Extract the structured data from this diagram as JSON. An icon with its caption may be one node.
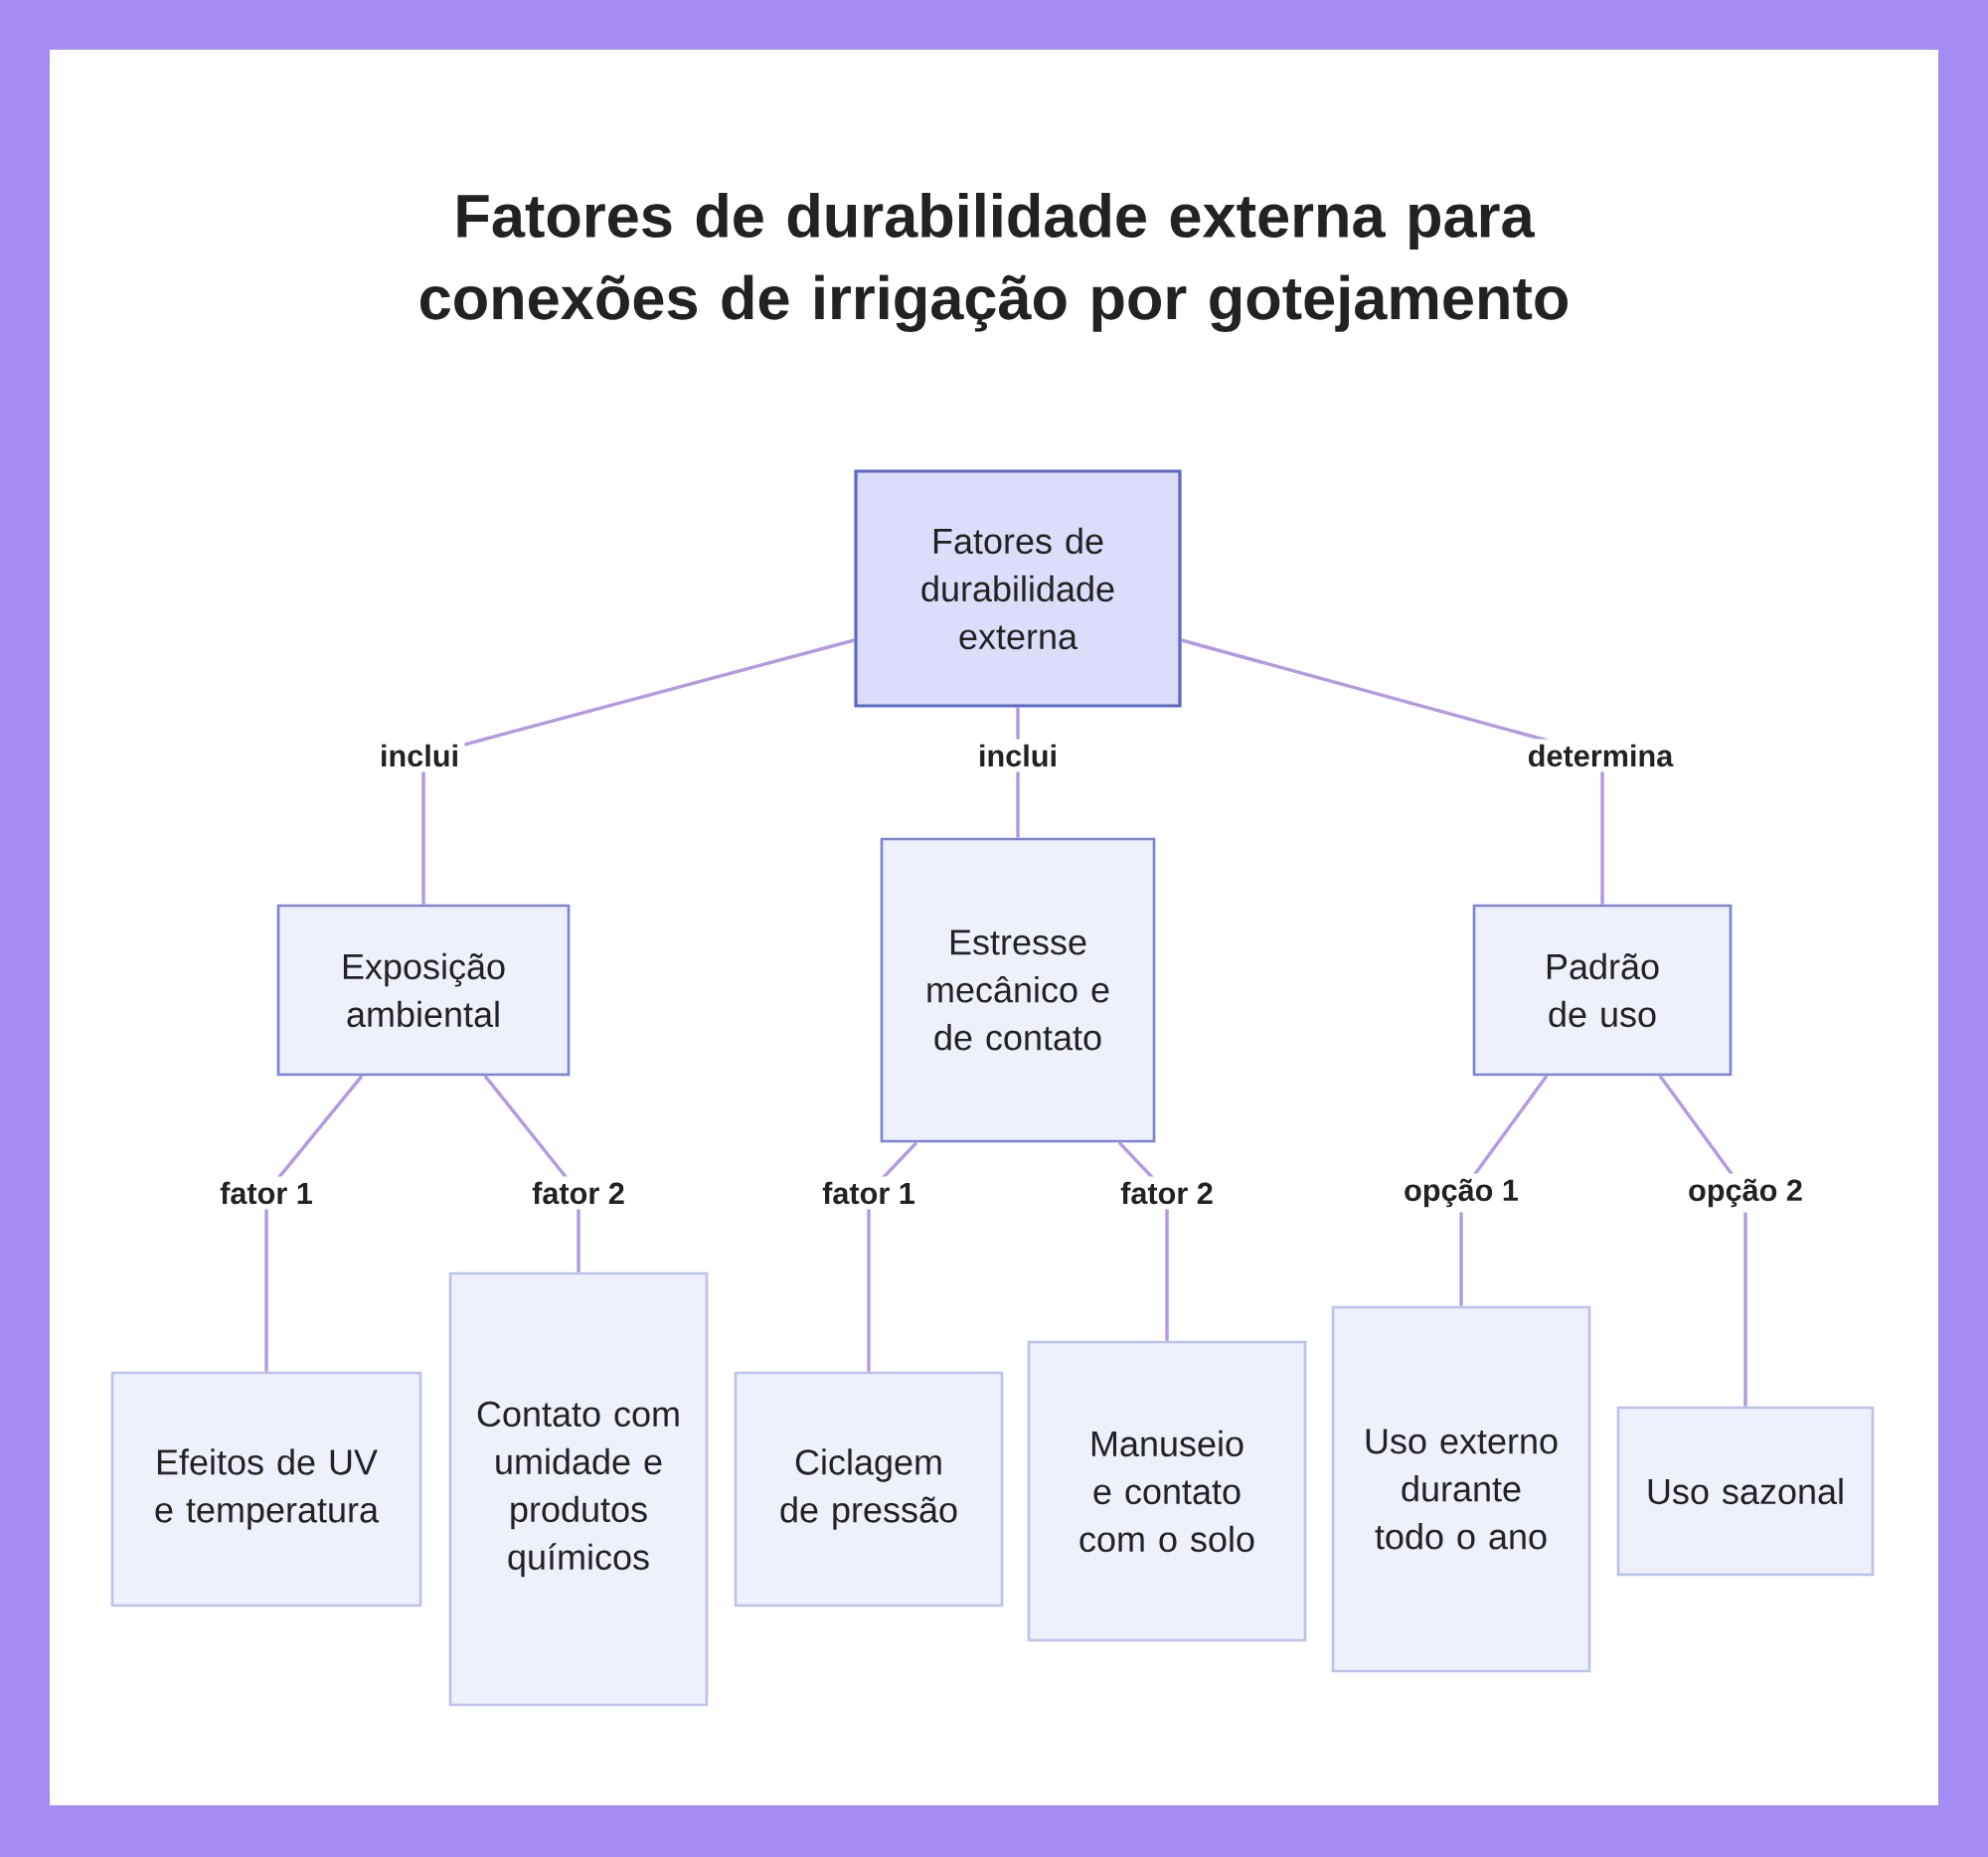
{
  "diagram": {
    "title": "Fatores de durabilidade externa para conexões de irrigação por gotejamento",
    "nodes": [
      {
        "text": [
          "Fatores de durabilidade externa"
        ]
      },
      {
        "text": [
          "Exposição ambiental"
        ]
      },
      {
        "text": [
          "Estresse mecânico e de contato"
        ]
      },
      {
        "text": [
          "Padrão de uso"
        ]
      },
      {
        "text": [
          "Efeitos de UV e temperatura"
        ]
      },
      {
        "text": [
          "Contato com umidade e produtos químicos"
        ]
      },
      {
        "text": [
          "Ciclagem de pressão"
        ]
      },
      {
        "text": [
          "Manuseio e contato com o solo"
        ]
      },
      {
        "text": [
          "Uso externo durante todo o ano"
        ]
      },
      {
        "text": [
          "Uso sazonal"
        ]
      }
    ],
    "edges": [
      {
        "from": 0,
        "to": 1,
        "arrow": "none",
        "label": "inclui"
      },
      {
        "from": 0,
        "to": 2,
        "arrow": "none",
        "label": "inclui"
      },
      {
        "from": 0,
        "to": 3,
        "arrow": "none",
        "label": "determina"
      },
      {
        "from": 1,
        "to": 4,
        "arrow": "none",
        "label": "fator 1"
      },
      {
        "from": 1,
        "to": 5,
        "arrow": "none",
        "label": "fator 2"
      },
      {
        "from": 2,
        "to": 6,
        "arrow": "none",
        "label": "fator 1"
      },
      {
        "from": 2,
        "to": 7,
        "arrow": "none",
        "label": "fator 2"
      },
      {
        "from": 3,
        "to": 8,
        "arrow": "none",
        "label": "opção 1"
      },
      {
        "from": 3,
        "to": 9,
        "arrow": "none",
        "label": "opção 2"
      }
    ]
  }
}
